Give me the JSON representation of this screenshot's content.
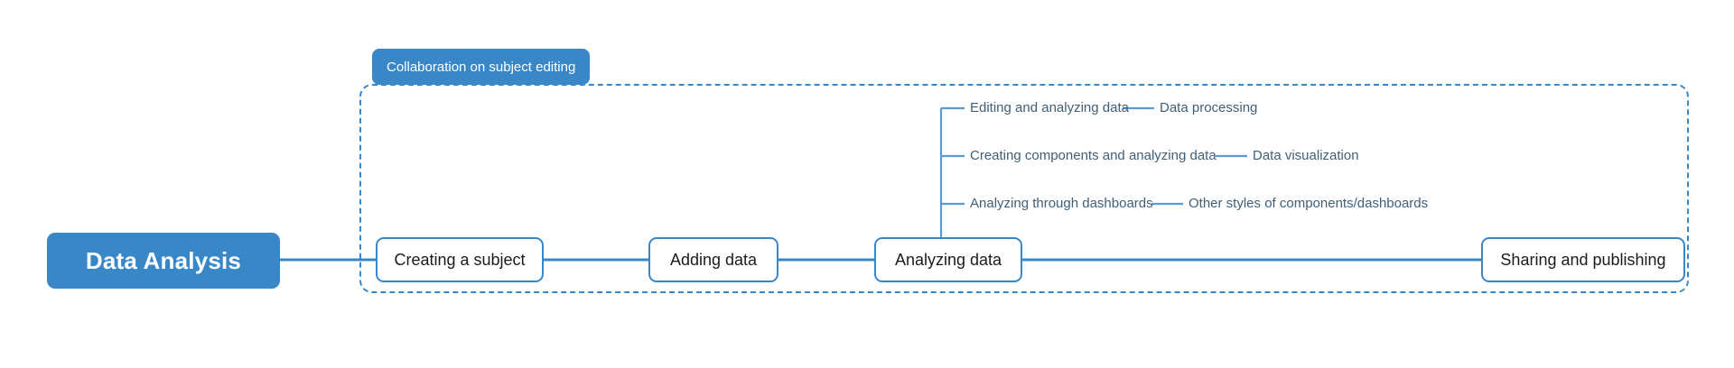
{
  "diagram": {
    "type": "mind-map",
    "accent_color": "#3a87c8",
    "node_text_color": "#1b1b1b",
    "branch_text_color": "#3f5f79",
    "background_color": "#ffffff",
    "root": {
      "label": "Data Analysis"
    },
    "group": {
      "badge_label": "Collaboration on subject editing"
    },
    "stages": [
      {
        "label": "Creating a subject"
      },
      {
        "label": "Adding data"
      },
      {
        "label": "Analyzing data"
      },
      {
        "label": "Sharing and publishing"
      }
    ],
    "branches": [
      {
        "label": "Editing and analyzing data",
        "leaf": "Data processing"
      },
      {
        "label": "Creating components and analyzing data",
        "leaf": "Data visualization"
      },
      {
        "label": "Analyzing through dashboards",
        "leaf": "Other styles of components/dashboards"
      }
    ]
  }
}
